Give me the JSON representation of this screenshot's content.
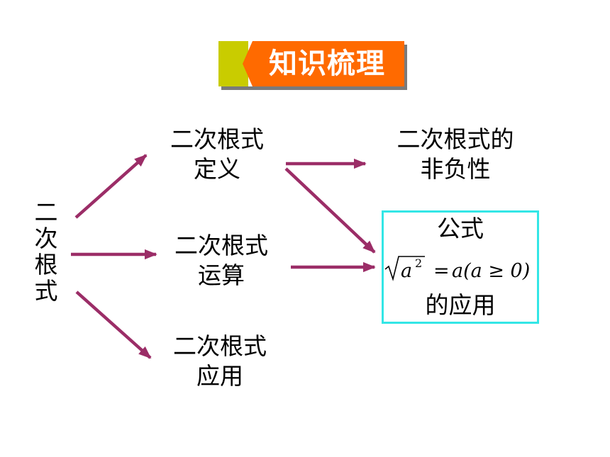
{
  "title": "知识梳理",
  "root": [
    "二",
    "次",
    "根",
    "式"
  ],
  "branches": {
    "definition": [
      "二次根式",
      "定义"
    ],
    "operation": [
      "二次根式",
      "运算"
    ],
    "application": [
      "二次根式",
      "应用"
    ]
  },
  "outcomes": {
    "nonnegative": [
      "二次根式的",
      "非负性"
    ],
    "formula_top": "公式",
    "formula_bottom": "的应用",
    "formula": {
      "base": "a",
      "exponent": "2",
      "equals": "=",
      "rhs": "a(a ≥ 0)"
    }
  },
  "colors": {
    "arrow": "#9b2d67",
    "box_border": "#33e6e6",
    "title_bg": "#ff6a00",
    "title_accent": "#c9cc00"
  }
}
